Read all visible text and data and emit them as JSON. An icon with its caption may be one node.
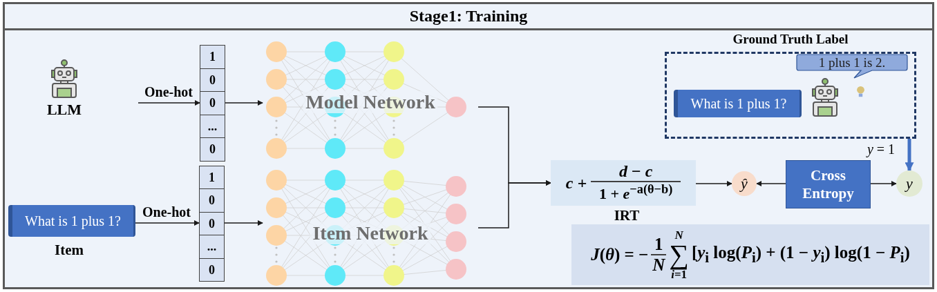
{
  "diagram": {
    "title": "Stage1: Training",
    "nodes": [
      {
        "text": [
          "LLM"
        ]
      },
      {
        "text": [
          "What is 1 plus 1?"
        ],
        "beside": [
          "Item"
        ]
      },
      {
        "text": [
          "1",
          "0",
          "0",
          "...",
          "0"
        ]
      },
      {
        "text": [
          "1",
          "0",
          "0",
          "...",
          "0"
        ]
      },
      {
        "text": [
          "Model Network"
        ]
      },
      {
        "text": [
          "Item Network"
        ]
      },
      {
        "text": [
          "*c* +",
          "*d* − *c*",
          "1 + *e*$^{−a(θ−b)}$"
        ],
        "beside": [
          "IRT"
        ]
      },
      {
        "text": [
          "ŷ"
        ]
      },
      {
        "text": [
          "Cross Entropy"
        ]
      },
      {
        "text": [
          "y"
        ]
      },
      {
        "text": [
          "Ground Truth Label"
        ]
      },
      {
        "text": [
          "What is 1 plus 1?"
        ],
        "in": 10
      },
      {
        "text": [
          "1 plus 1 is 2."
        ],
        "in": 10
      },
      {
        "text": [
          "*J*(*θ*) = −",
          "1",
          "*N*",
          "*N*",
          "∑",
          "*i*=1",
          "[*y*$_{i}$ log(*P*$_{i}$) + (1 − *y*$_{i}$) log(1 − *P*$_{i}$)"
        ]
      }
    ],
    "edges": [
      {
        "from": null,
        "to": 2,
        "arrow": "to",
        "label": "One-hot"
      },
      {
        "from": 1,
        "to": 3,
        "arrow": "to",
        "label": "One-hot"
      },
      {
        "from": 2,
        "to": 4,
        "arrow": "to"
      },
      {
        "from": 3,
        "to": 5,
        "arrow": "to"
      },
      {
        "from": 4,
        "to": 6,
        "arrow": "to"
      },
      {
        "from": 5,
        "to": 6,
        "arrow": "to"
      },
      {
        "from": 6,
        "to": 7,
        "arrow": "to"
      },
      {
        "from": 8,
        "to": 7,
        "arrow": "to"
      },
      {
        "from": 8,
        "to": 9,
        "arrow": "to"
      },
      {
        "from": 10,
        "to": 9,
        "arrow": "to",
        "label": "*y* = 1",
        "style": "thick",
        "color": "#4472c4"
      }
    ]
  }
}
